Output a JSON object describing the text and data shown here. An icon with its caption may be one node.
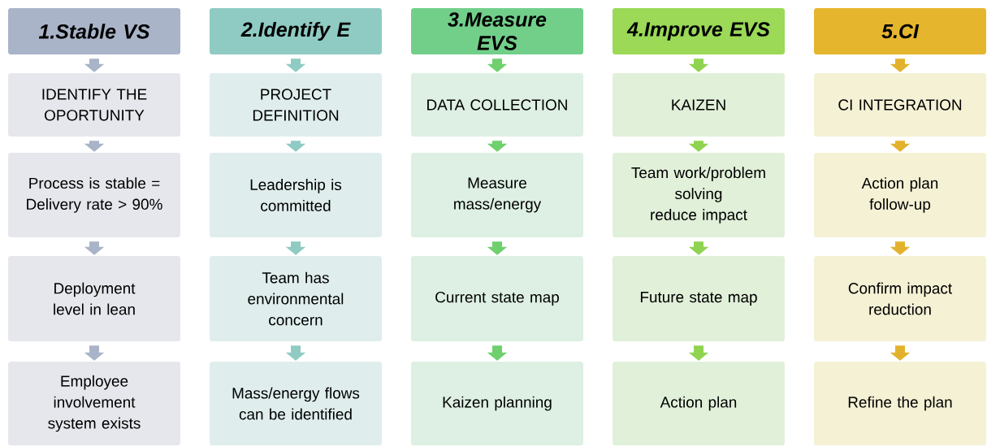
{
  "diagram": {
    "nodes": [
      {
        "text": [
          "1.Stable VS"
        ]
      },
      {
        "text": [
          "IDENTIFY THE OPORTUNITY"
        ]
      },
      {
        "text": [
          "Process is stable = Delivery rate > 90%"
        ]
      },
      {
        "text": [
          "Deployment level in lean"
        ]
      },
      {
        "text": [
          "Employee involvement system exists"
        ]
      },
      {
        "text": [
          "2.Identify E"
        ]
      },
      {
        "text": [
          "PROJECT DEFINITION"
        ]
      },
      {
        "text": [
          "Leadership is committed"
        ]
      },
      {
        "text": [
          "Team has environmental concern"
        ]
      },
      {
        "text": [
          "Mass/energy flows can be identified"
        ]
      },
      {
        "text": [
          "3.Measure EVS"
        ]
      },
      {
        "text": [
          "DATA COLLECTION"
        ]
      },
      {
        "text": [
          "Measure mass/energy"
        ]
      },
      {
        "text": [
          "Current state map"
        ]
      },
      {
        "text": [
          "Kaizen planning"
        ]
      },
      {
        "text": [
          "4.Improve EVS"
        ]
      },
      {
        "text": [
          "KAIZEN"
        ]
      },
      {
        "text": [
          "Team work/problem solving reduce impact"
        ]
      },
      {
        "text": [
          "Future state map"
        ]
      },
      {
        "text": [
          "Action plan"
        ]
      },
      {
        "text": [
          "5.CI"
        ]
      },
      {
        "text": [
          "CI INTEGRATION"
        ]
      },
      {
        "text": [
          "Action plan follow-up"
        ]
      },
      {
        "text": [
          "Confirm impact reduction"
        ]
      },
      {
        "text": [
          "Refine the plan"
        ]
      }
    ],
    "edges": [
      {
        "from": 0,
        "to": 1,
        "arrow": "to",
        "color": "#a9b4c8"
      },
      {
        "from": 1,
        "to": 2,
        "arrow": "to",
        "color": "#a9b4c8"
      },
      {
        "from": 2,
        "to": 3,
        "arrow": "to",
        "color": "#a9b4c8"
      },
      {
        "from": 3,
        "to": 4,
        "arrow": "to",
        "color": "#a9b4c8"
      },
      {
        "from": 5,
        "to": 6,
        "arrow": "to",
        "color": "#8fcbc3"
      },
      {
        "from": 6,
        "to": 7,
        "arrow": "to",
        "color": "#8fcbc3"
      },
      {
        "from": 7,
        "to": 8,
        "arrow": "to",
        "color": "#8fcbc3"
      },
      {
        "from": 8,
        "to": 9,
        "arrow": "to",
        "color": "#8fcbc3"
      },
      {
        "from": 10,
        "to": 11,
        "arrow": "to",
        "color": "#6fd06e"
      },
      {
        "from": 11,
        "to": 12,
        "arrow": "to",
        "color": "#6fd06e"
      },
      {
        "from": 12,
        "to": 13,
        "arrow": "to",
        "color": "#6fd06e"
      },
      {
        "from": 13,
        "to": 14,
        "arrow": "to",
        "color": "#6fd06e"
      },
      {
        "from": 15,
        "to": 16,
        "arrow": "to",
        "color": "#8fd450"
      },
      {
        "from": 16,
        "to": 17,
        "arrow": "to",
        "color": "#8fd450"
      },
      {
        "from": 17,
        "to": 18,
        "arrow": "to",
        "color": "#8fd450"
      },
      {
        "from": 18,
        "to": 19,
        "arrow": "to",
        "color": "#8fd450"
      },
      {
        "from": 20,
        "to": 21,
        "arrow": "to",
        "color": "#e3b22c"
      },
      {
        "from": 21,
        "to": 22,
        "arrow": "to",
        "color": "#e3b22c"
      },
      {
        "from": 22,
        "to": 23,
        "arrow": "to",
        "color": "#e3b22c"
      },
      {
        "from": 23,
        "to": 24,
        "arrow": "to",
        "color": "#e3b22c"
      }
    ]
  }
}
